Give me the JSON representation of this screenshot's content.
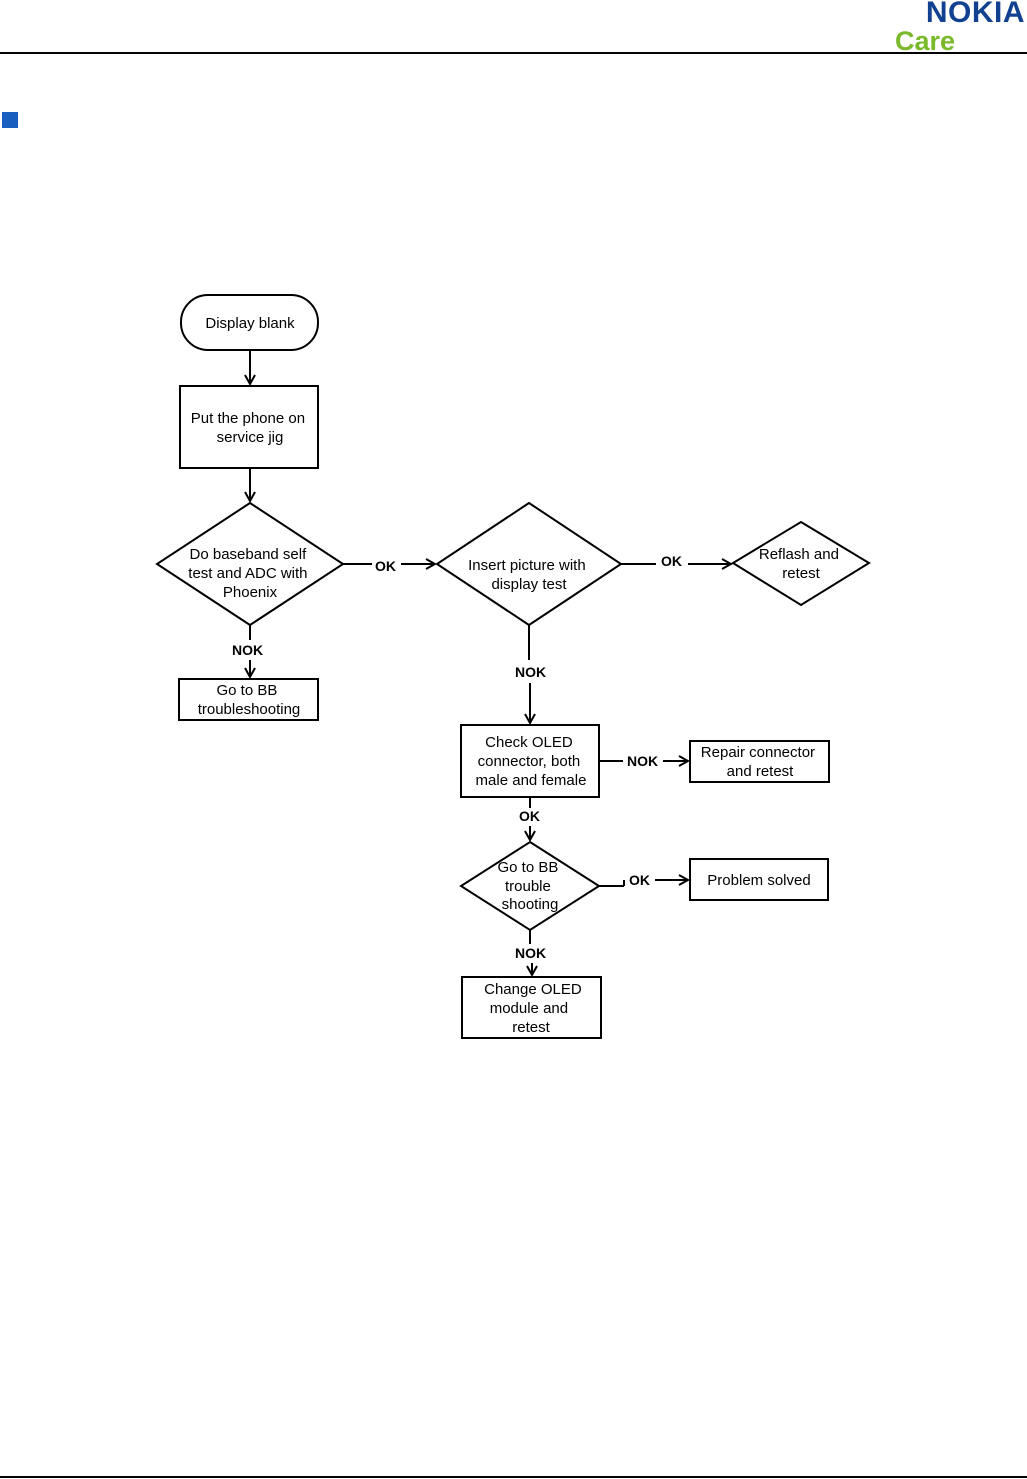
{
  "header": {
    "logo_brand": "NOKIA",
    "logo_sub": "Care"
  },
  "colors": {
    "brand_blue": "#124191",
    "care_green": "#7ab929",
    "bullet_blue": "#1a5fbf",
    "line": "#000000"
  },
  "flowchart": {
    "nodes": {
      "display_blank": [
        "Display blank"
      ],
      "put_phone": [
        "Put the phone on",
        "service jig"
      ],
      "baseband_test": [
        "Do baseband self",
        "test and ADC with",
        "Phoenix"
      ],
      "go_bb_1": [
        "Go to BB",
        "troubleshooting"
      ],
      "insert_picture": [
        "Insert picture with",
        "display test"
      ],
      "reflash": [
        "Reflash and",
        "retest"
      ],
      "check_oled": [
        "Check OLED",
        "connector, both",
        "male and female"
      ],
      "repair_connector": [
        "Repair connector",
        "and retest"
      ],
      "go_bb_2": [
        "Go to BB",
        "trouble",
        "shooting"
      ],
      "problem_solved": [
        "Problem solved"
      ],
      "change_oled": [
        "Change OLED",
        "module and",
        "retest"
      ]
    },
    "edge_labels": {
      "baseband_ok": "OK",
      "baseband_nok": "NOK",
      "insert_ok": "OK",
      "insert_nok": "NOK",
      "check_nok": "NOK",
      "check_ok": "OK",
      "gobb_ok": "OK",
      "gobb_nok": "NOK"
    }
  }
}
